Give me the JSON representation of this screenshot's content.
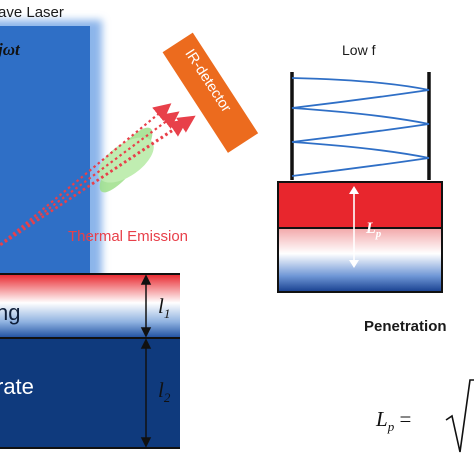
{
  "laser": {
    "label": "ave Laser",
    "formula": "jωt"
  },
  "detector": {
    "label": "IR-detector"
  },
  "emission": {
    "label": "Thermal Emission"
  },
  "layers": {
    "coating_label": "ng",
    "substrate_label": "rate",
    "thickness_1": "l",
    "thickness_1_sub": "1",
    "thickness_2": "l",
    "thickness_2_sub": "2"
  },
  "inset": {
    "frequency_label": "Low f",
    "depth_label": "L",
    "depth_sub": "p"
  },
  "penetration": {
    "label": "Penetration",
    "formula": "L",
    "formula_sub": "p",
    "formula_rest": " ="
  },
  "colors": {
    "laser_beam": "#2f6fc6",
    "detector": "#ec6b1e",
    "emission_rays": "#e8404a",
    "lens": "#9ee08a",
    "substrate": "#0f3a7d",
    "coating_top": "#e8262d",
    "wave": "#2f6fc6"
  }
}
